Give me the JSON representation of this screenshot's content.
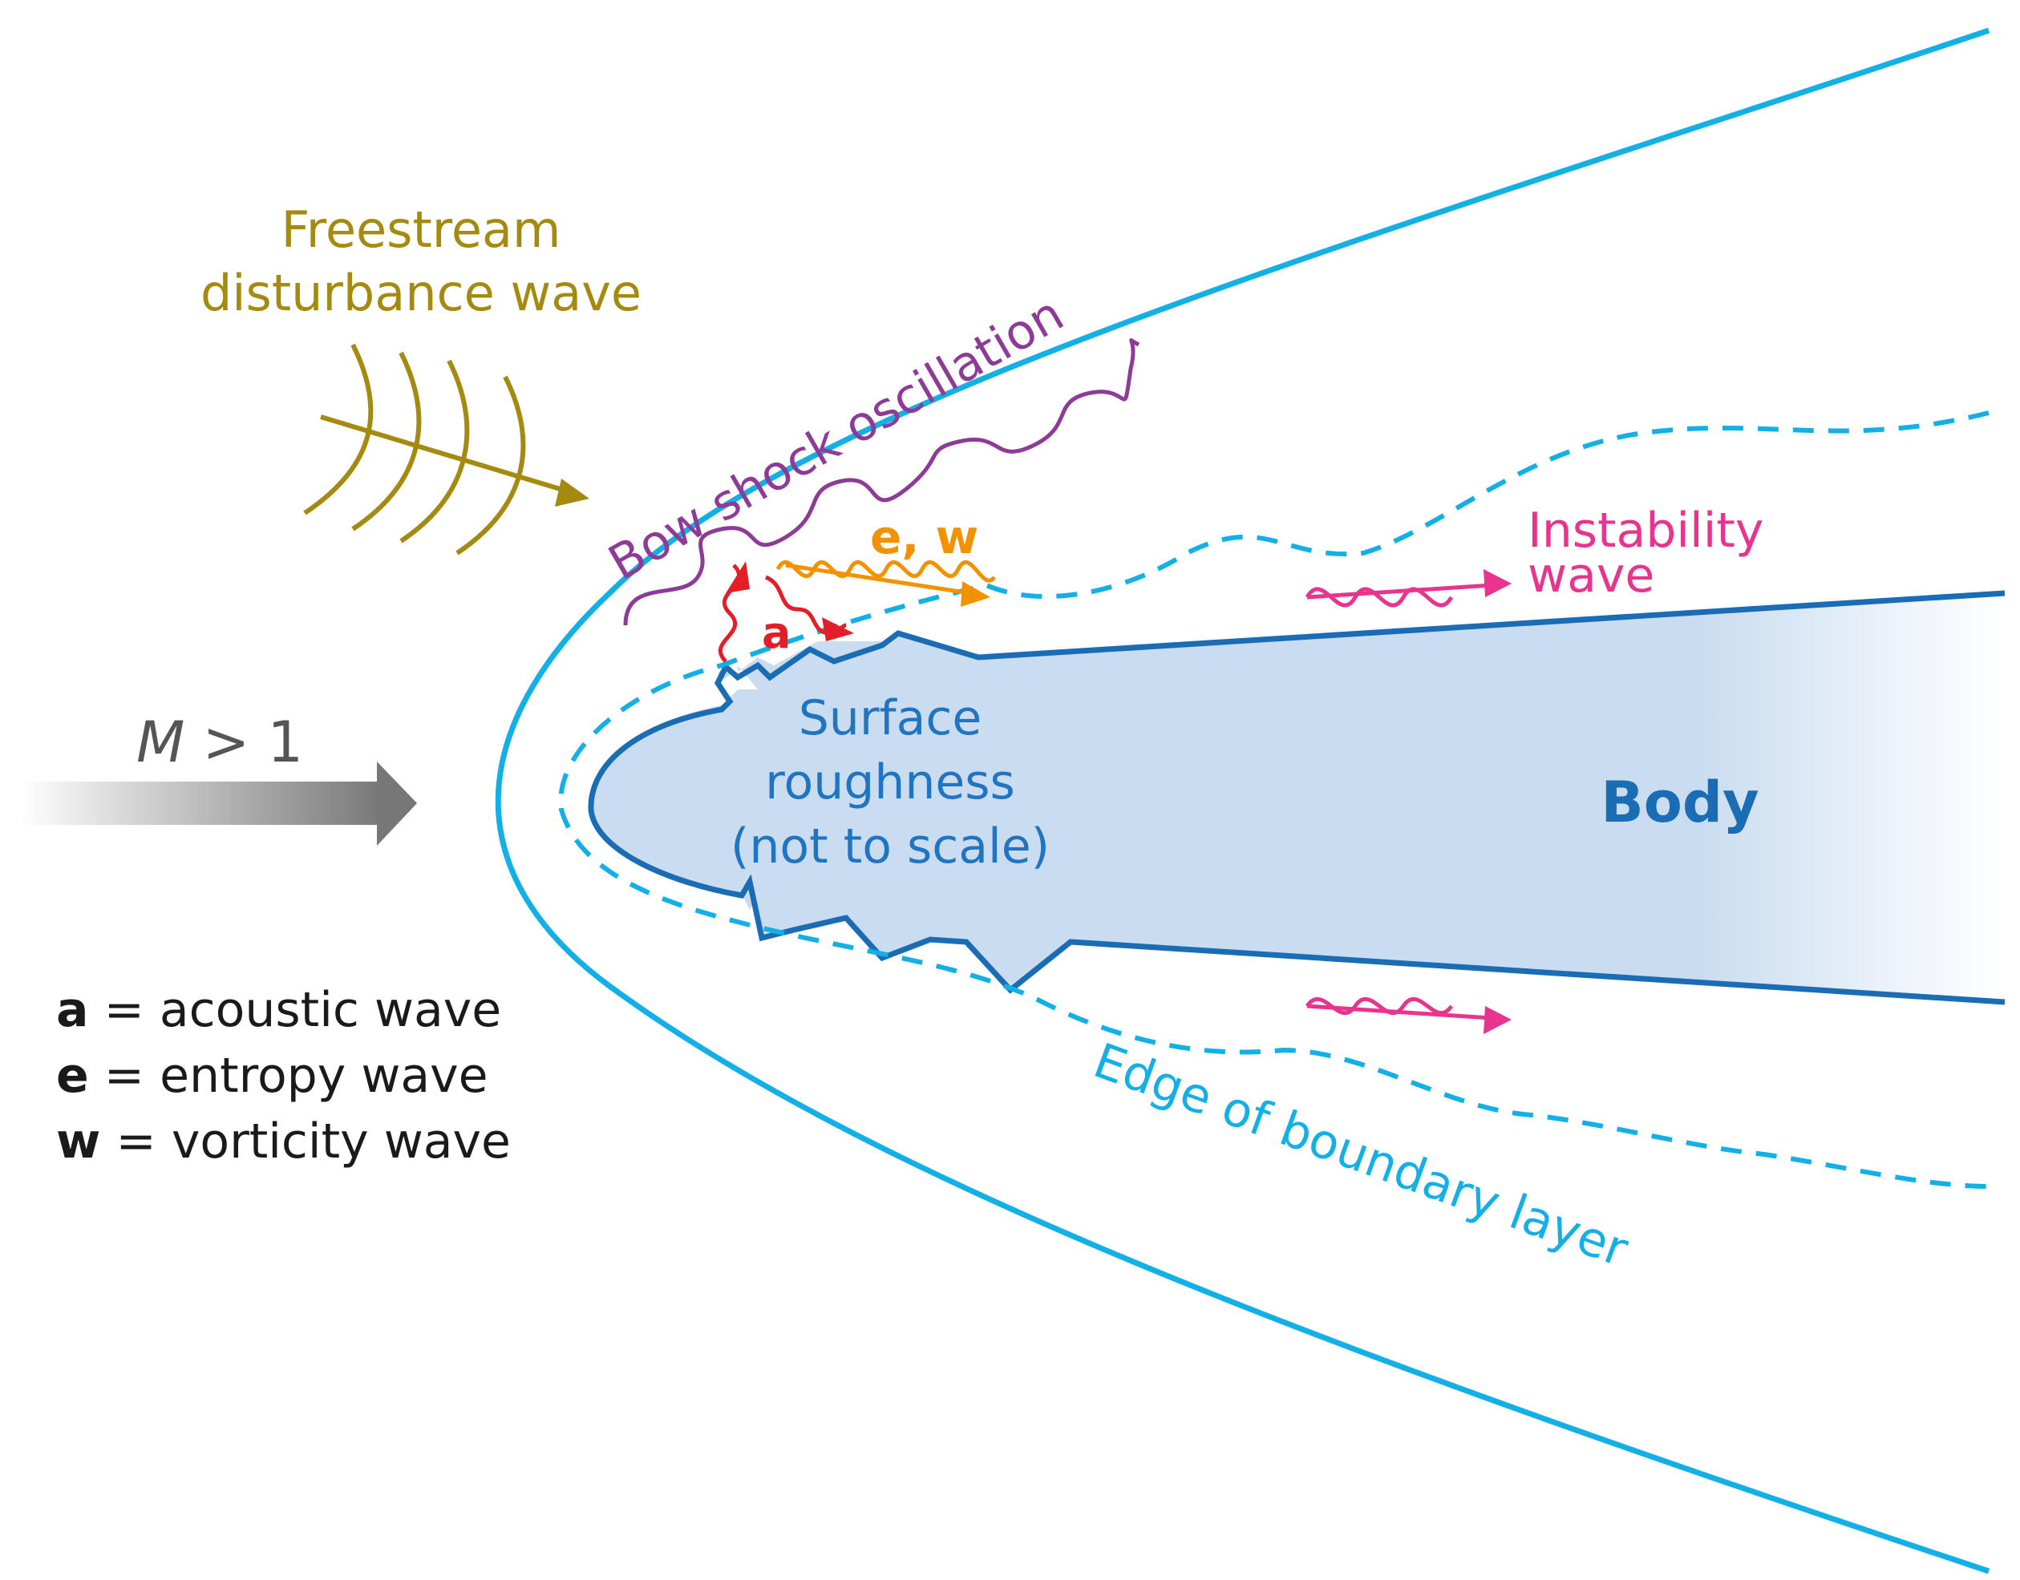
{
  "labels": {
    "freestream_line1": "Freestream",
    "freestream_line2": "disturbance wave",
    "bow_shock": "Bow shock oscillation",
    "ew": "e, w",
    "a": "a",
    "surface_line1": "Surface",
    "surface_line2": "roughness",
    "surface_line3": "(not to scale)",
    "body": "Body",
    "mach_m": "M",
    "mach_rest": " > 1",
    "instability_line1": "Instability",
    "instability_line2": "wave",
    "edge_boundary": "Edge of boundary layer"
  },
  "legend": [
    {
      "key": "a",
      "text": " = acoustic wave"
    },
    {
      "key": "e",
      "text": " = entropy wave"
    },
    {
      "key": "w",
      "text": " = vorticity wave"
    }
  ],
  "colors": {
    "bow_shock_line": "#12b0e6",
    "boundary_layer_edge": "#12b0e6",
    "body_outline": "#1a6db5",
    "body_fill": "#c9dcf0",
    "freestream_wave": "#a58a10",
    "bow_shock_oscillation": "#8e3b98",
    "entropy_vorticity_wave": "#f39200",
    "acoustic_wave": "#e41e26",
    "instability_wave": "#e8348f",
    "mach_arrow": "#808080"
  }
}
